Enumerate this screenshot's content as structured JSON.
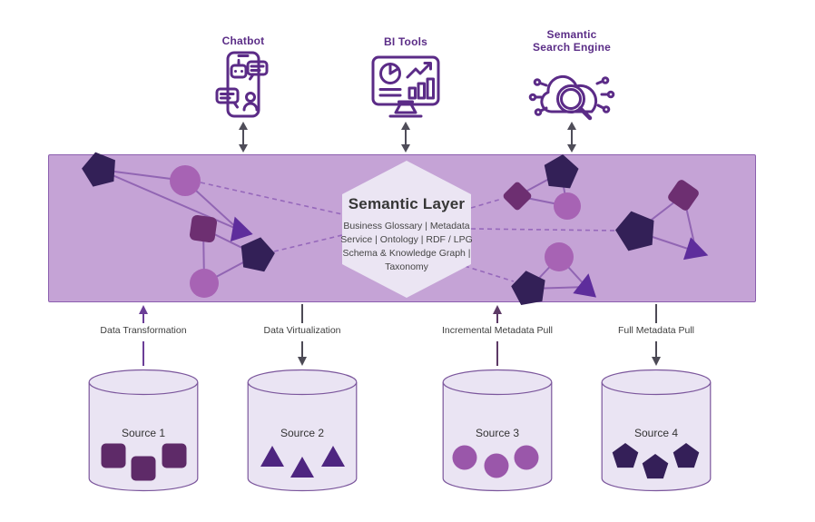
{
  "consumers": [
    {
      "label": "Chatbot",
      "icon": "chatbot-icon"
    },
    {
      "label": "BI Tools",
      "icon": "bi-tools-icon"
    },
    {
      "label": "Semantic\nSearch Engine",
      "icon": "semantic-search-engine-icon"
    }
  ],
  "semantic_layer": {
    "title": "Semantic Layer",
    "subtitle": "Business Glossary | Metadata\nService | Ontology | RDF / LPG\nSchema & Knowledge Graph |\nTaxonomy"
  },
  "flows": [
    {
      "label": "Data Transformation",
      "direction": "up",
      "arrow_color": "#6b3e97"
    },
    {
      "label": "Data Virtualization",
      "direction": "down",
      "arrow_color": "#4c4a55"
    },
    {
      "label": "Incremental Metadata Pull",
      "direction": "up",
      "arrow_color": "#5d3a66"
    },
    {
      "label": "Full Metadata Pull",
      "direction": "down",
      "arrow_color": "#4c4a55"
    }
  ],
  "sources": [
    {
      "label": "Source 1",
      "shape": "square",
      "shape_color": "#5e2a68"
    },
    {
      "label": "Source 2",
      "shape": "triangle",
      "shape_color": "#4e2580"
    },
    {
      "label": "Source 3",
      "shape": "circle",
      "shape_color": "#9a57aa"
    },
    {
      "label": "Source 4",
      "shape": "pentagon",
      "shape_color": "#341f58"
    }
  ],
  "colors": {
    "band_fill": "#c5a3d6",
    "band_border": "#8b5fae",
    "hexagon_fill": "#ebe5f3",
    "icon_stroke": "#5b2b87",
    "consumer_label": "#5b2d87",
    "link": "#9165b3",
    "double_arrow": "#4f4d59",
    "cylinder_fill": "#eae4f3",
    "cylinder_stroke": "#7b569c",
    "node_pentagon": "#332057",
    "node_circle": "#a763b4",
    "node_square": "#6d2f71",
    "node_triangle": "#5e2d9c"
  }
}
